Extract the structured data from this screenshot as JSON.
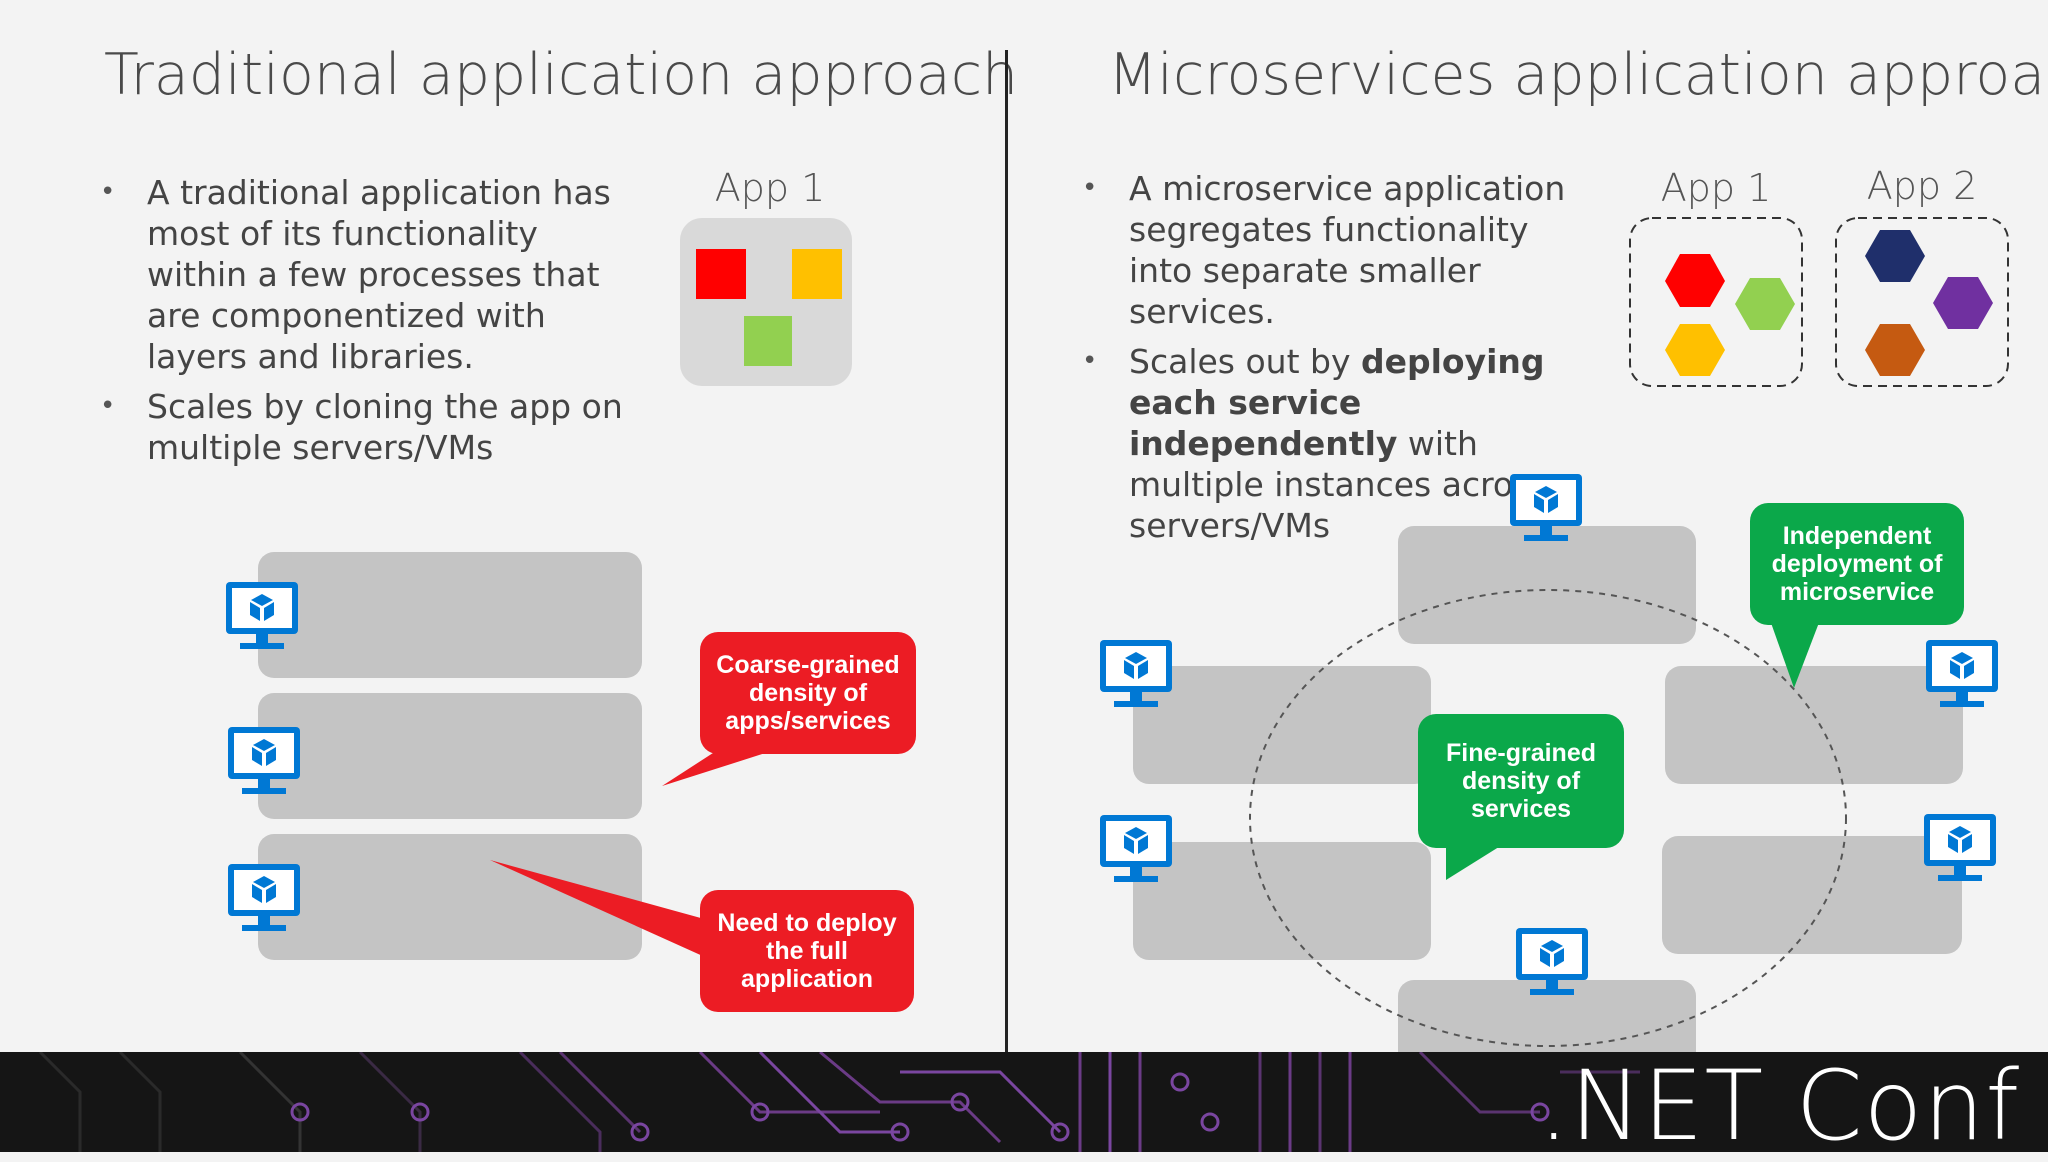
{
  "left": {
    "title": "Traditional application approach",
    "bullets": [
      "A traditional application has most of its functionality within a few processes that are componentized with layers and libraries.",
      "Scales by cloning the app on multiple servers/VMs"
    ],
    "app_label": "App 1",
    "callouts": {
      "coarse": "Coarse-grained density of apps/services",
      "deploy": "Need to deploy the full application"
    }
  },
  "right": {
    "title": "Microservices application approach",
    "bullet1": "A microservice application segregates functionality into separate smaller services.",
    "bullet2_prefix": "Scales out by ",
    "bullet2_bold": "deploying each service independently",
    "bullet2_suffix": " with multiple instances across servers/VMs",
    "app1_label": "App 1",
    "app2_label": "App 2",
    "callouts": {
      "independent": "Independent deployment of microservice",
      "fine": "Fine-grained density of services"
    }
  },
  "footer": {
    "brand": ".NET Conf"
  },
  "colors": {
    "red": "#ec1c24",
    "yellow": "#ffc000",
    "green": "#92d050",
    "navy": "#1f2f6b",
    "purple": "#7030a0",
    "brown": "#c55a11",
    "vm_blue": "#0078d4",
    "callout_red": "#ec1c24",
    "callout_green": "#0ba84a"
  }
}
